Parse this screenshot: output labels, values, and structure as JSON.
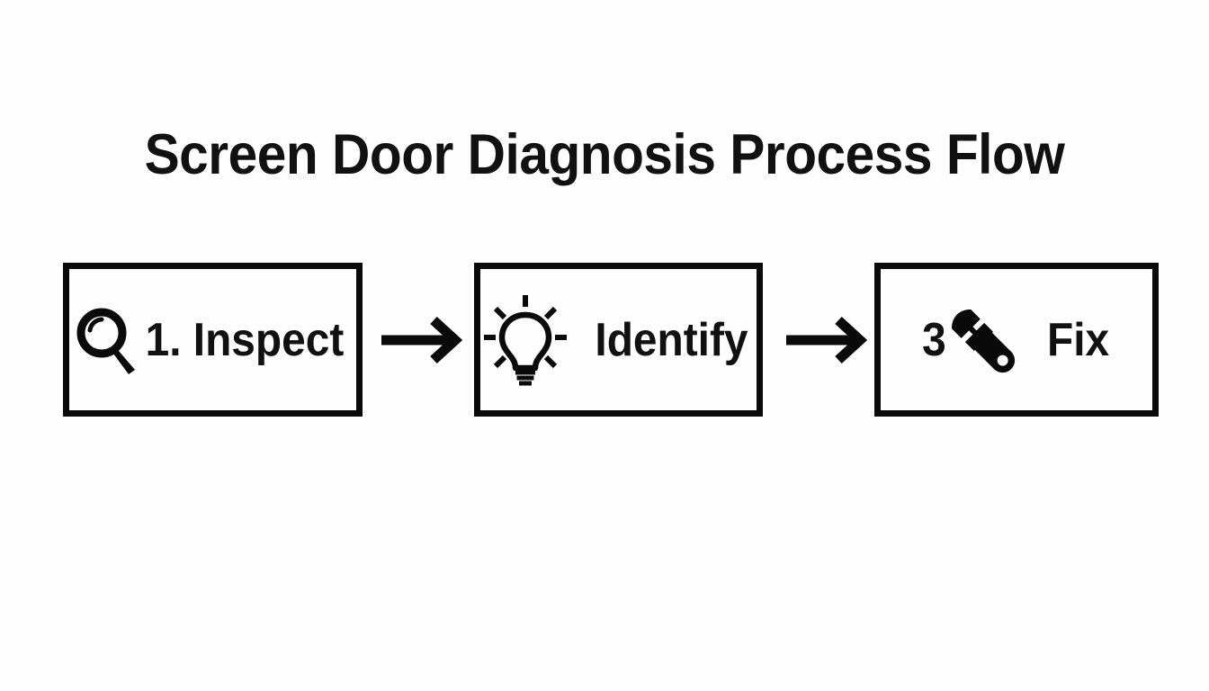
{
  "page": {
    "background_color": "#fdfdfd",
    "ink_color": "#0a0a0a",
    "title": "Screen Door Diagnosis Process Flow"
  },
  "diagram": {
    "type": "process-flow",
    "orientation": "horizontal",
    "step_count": 3,
    "steps": [
      {
        "id": "step-1",
        "number": "1.",
        "label": "1. Inspect",
        "text": "Inspect",
        "icon": "magnifier-icon"
      },
      {
        "id": "step-2",
        "number": "",
        "label": "Identify",
        "text": "Identify",
        "icon": "lightbulb-icon"
      },
      {
        "id": "step-3",
        "number": "3",
        "label": "Fix",
        "text": "Fix",
        "icon": "wrench-icon"
      }
    ],
    "connectors": [
      {
        "id": "connector-1",
        "icon": "arrow-right-icon",
        "from": "step-1",
        "to": "step-2"
      },
      {
        "id": "connector-2",
        "icon": "arrow-right-icon",
        "from": "step-2",
        "to": "step-3"
      }
    ]
  }
}
